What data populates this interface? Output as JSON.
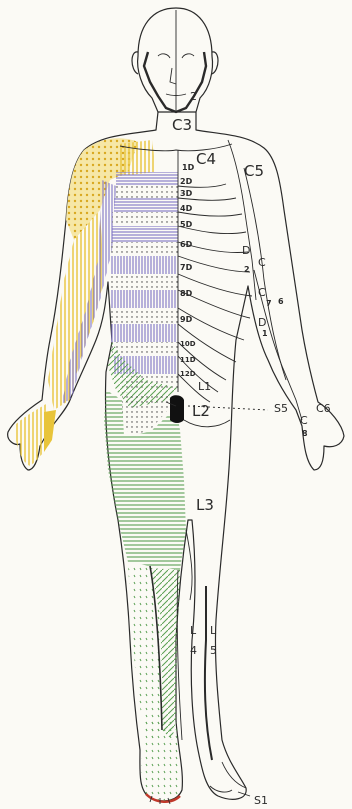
{
  "diagram": {
    "labels": {
      "c2": "2",
      "c3": "C3",
      "c4": "C4",
      "c5": "C5",
      "c6": "C6",
      "c7": "C",
      "c7b": "7",
      "c8": "C",
      "c8b": "8",
      "c6arm": "C",
      "c6armb": "6",
      "d1arm": "D",
      "d1armb": "1",
      "d2arm": "D",
      "d2armb": "2",
      "d1": "1D",
      "d2": "2D",
      "d3": "3D",
      "d4": "4D",
      "d5": "5D",
      "d6": "6D",
      "d7": "7D",
      "d8": "8D",
      "d9": "9D",
      "d10": "10D",
      "d11": "11D",
      "d12": "12D",
      "l1": "L1",
      "l2": "L2",
      "l3": "L3",
      "l4a": "L",
      "l4b": "4",
      "l5a": "L",
      "l5b": "5",
      "s5": "S5",
      "s1": "S1"
    },
    "colors": {
      "ink": "#2a2a2a",
      "yellow": "#e8c43a",
      "yellow_dark": "#d9a820",
      "violet": "#7e72c4",
      "green": "#5aa052",
      "red": "#c0392b",
      "black_region": "#111111"
    }
  }
}
